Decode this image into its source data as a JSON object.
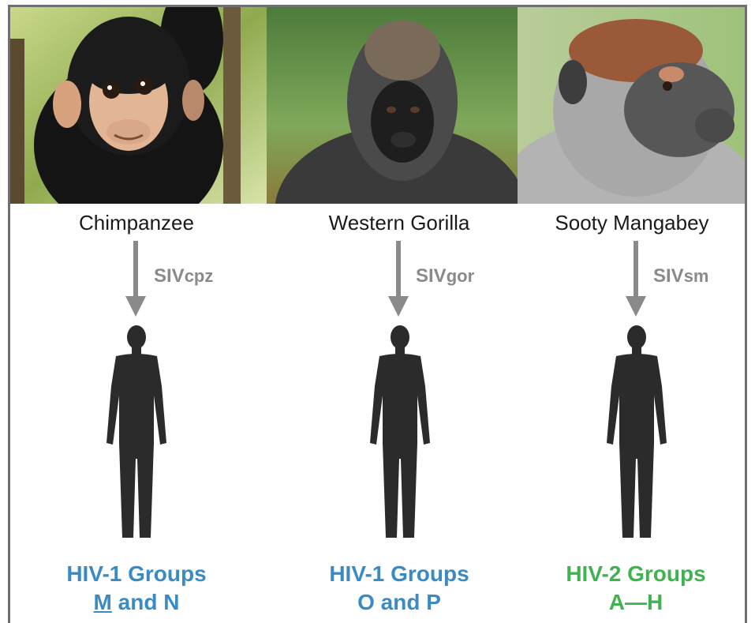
{
  "colors": {
    "hiv1": "#3a8bc4",
    "hiv2": "#3fb34f",
    "arrow": "#8a8a8a",
    "silhouette": "#2b2b2b"
  },
  "columns": [
    {
      "species": "Chimpanzee",
      "virus_prefix": "SIV",
      "virus_sub": "cpz",
      "group_line1": "HIV-1 Groups",
      "group_line2_highlight": "M",
      "group_line2_rest": " and N"
    },
    {
      "species": "Western Gorilla",
      "virus_prefix": "SIV",
      "virus_sub": "gor",
      "group_line1": "HIV-1 Groups",
      "group_line2": "O and P"
    },
    {
      "species": "Sooty Mangabey",
      "virus_prefix": "SIV",
      "virus_sub": "sm",
      "group_line1": "HIV-2 Groups",
      "group_line2": "A—H"
    }
  ],
  "icons": [
    "chimpanzee-photo",
    "gorilla-photo",
    "mangabey-photo",
    "down-arrow-icon",
    "human-silhouette-icon"
  ]
}
